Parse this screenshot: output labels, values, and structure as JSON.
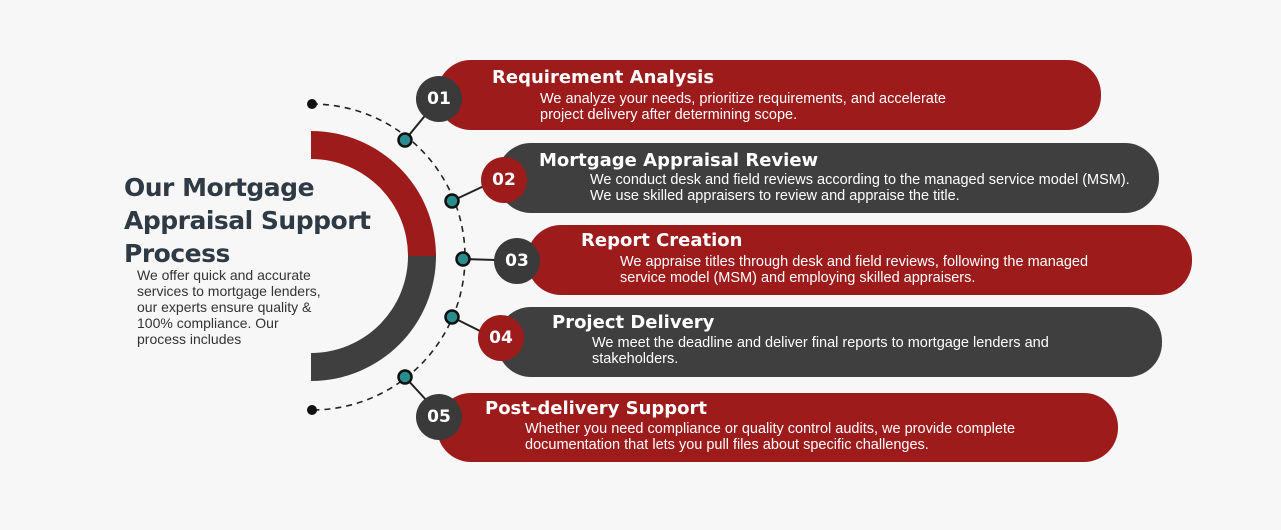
{
  "intro": {
    "title_lines": [
      "Our Mortgage",
      "Appraisal Support",
      "Process"
    ],
    "description": "We offer quick and accurate services to mortgage lenders, our experts ensure quality & 100% compliance. Our process includes"
  },
  "colors": {
    "accent_red": "#9e1b1b",
    "dark_gray": "#3f3f3f",
    "connector_dot": "#2a8c8c",
    "text_dark": "#2f3a45"
  },
  "steps": [
    {
      "number": "01",
      "title": "Requirement Analysis",
      "description": "We analyze your needs, prioritize requirements, and accelerate project delivery after determining scope."
    },
    {
      "number": "02",
      "title": "Mortgage Appraisal Review",
      "description": "We conduct desk and field reviews according to the managed service model (MSM). We use skilled appraisers to review and appraise the title."
    },
    {
      "number": "03",
      "title": "Report Creation",
      "description": "We appraise titles through desk and field reviews, following the managed service model (MSM) and employing skilled appraisers."
    },
    {
      "number": "04",
      "title": "Project Delivery",
      "description": "We meet the deadline and deliver final reports to mortgage lenders and stakeholders."
    },
    {
      "number": "05",
      "title": "Post-delivery Support",
      "description": "Whether you need compliance or quality control audits, we provide complete documentation that lets you pull files about specific challenges."
    }
  ]
}
